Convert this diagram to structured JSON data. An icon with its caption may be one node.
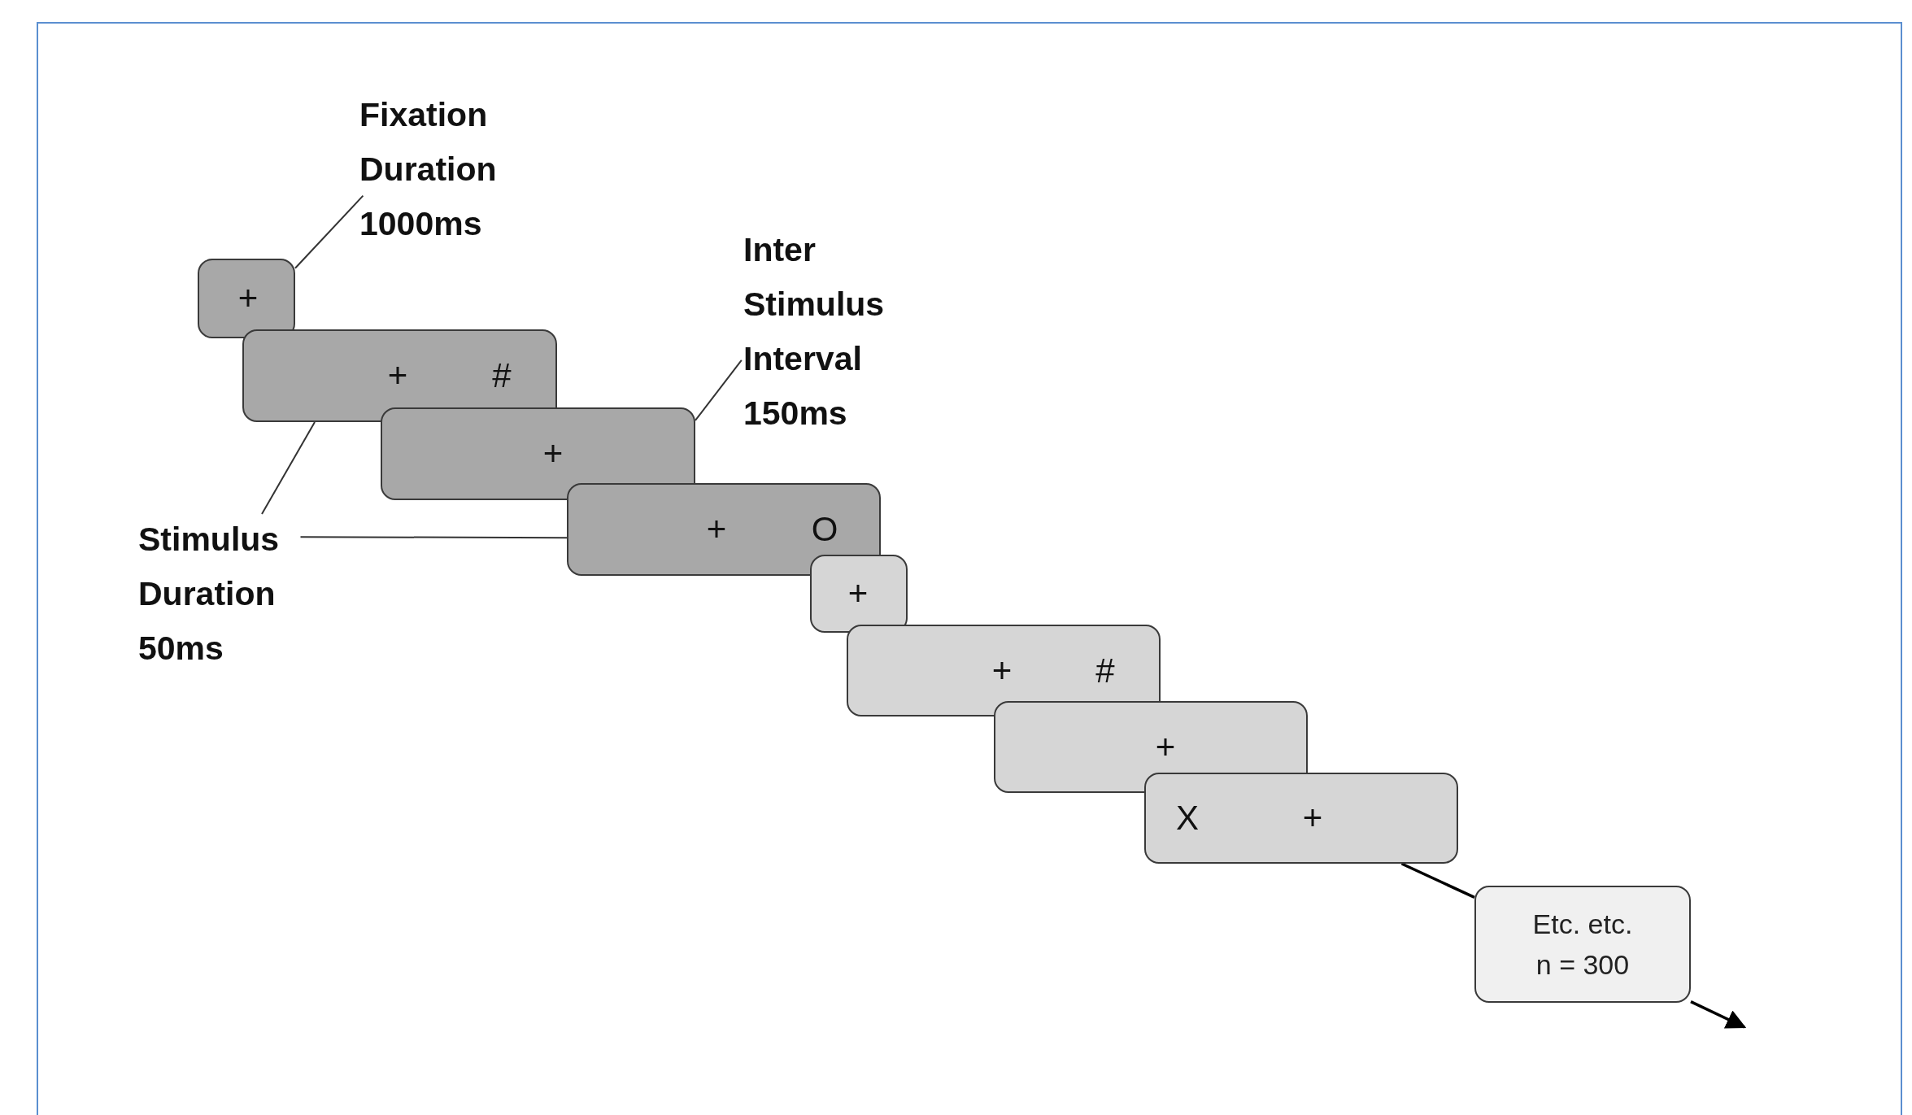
{
  "diagram": {
    "nodes": [
      {
        "text": [
          "+"
        ]
      },
      {
        "text": [
          "+",
          "#"
        ]
      },
      {
        "text": [
          "+"
        ]
      },
      {
        "text": [
          "+",
          "O"
        ]
      },
      {
        "text": [
          "+"
        ]
      },
      {
        "text": [
          "+",
          "#"
        ]
      },
      {
        "text": [
          "+"
        ]
      },
      {
        "text": [
          "X",
          "+"
        ]
      },
      {
        "text": [
          "Etc. etc.",
          "n = 300"
        ]
      },
      {
        "text": [
          "Fixation Duration 1000ms"
        ]
      },
      {
        "text": [
          "Inter Stimulus Interval 150ms"
        ]
      },
      {
        "text": [
          "Stimulus Duration 50ms"
        ]
      }
    ],
    "edges": [
      {
        "from": 9,
        "to": 0,
        "arrow": "none"
      },
      {
        "from": 10,
        "to": 2,
        "arrow": "none"
      },
      {
        "from": 11,
        "to": 1,
        "arrow": "none"
      },
      {
        "from": 11,
        "to": 3,
        "arrow": "none"
      },
      {
        "from": 7,
        "to": 8,
        "arrow": "none"
      },
      {
        "from": 8,
        "to": null,
        "arrow": "to"
      }
    ]
  }
}
